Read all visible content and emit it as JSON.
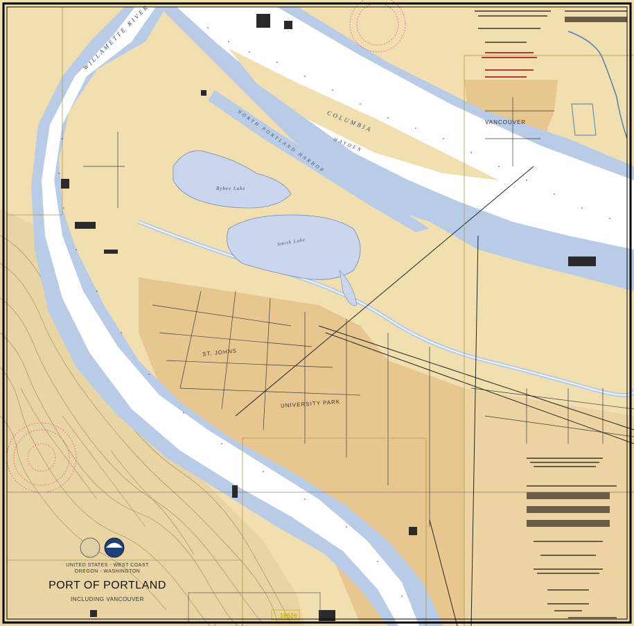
{
  "map": {
    "title": "PORT OF PORTLAND",
    "subtitle": "INCLUDING VANCOUVER",
    "agency": "UNITED STATES - WEST COAST",
    "state": "OREGON - WASHINGTON",
    "chart_number": "18526",
    "place_labels": {
      "vancouver": "VANCOUVER",
      "st_johns": "ST. JOHNS",
      "university_park": "UNIVERSITY PARK"
    },
    "water_labels": {
      "willamette": "WILLAMETTE RIVER",
      "columbia": "COLUMBIA",
      "north_portland_harbor": "NORTH PORTLAND HARBOR",
      "hayden": "HAYDEN"
    },
    "lake_labels": {
      "bybee": "Bybee Lake",
      "smith": "Smith Lake"
    },
    "colors": {
      "land": "#f2dfb0",
      "urban": "#e7c690",
      "water_deep": "#ffffff",
      "water_shallow": "#b8cce8",
      "water_lake": "#c9d6ee",
      "hills": "#6b5a3a"
    }
  }
}
